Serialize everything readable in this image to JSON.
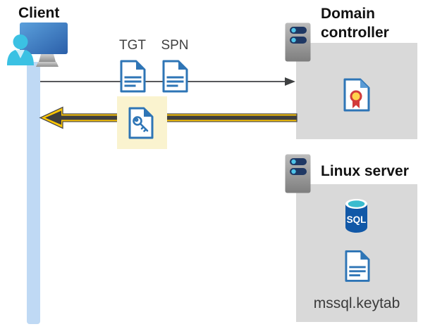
{
  "client": {
    "label": "Client"
  },
  "flow": {
    "tgt_label": "TGT",
    "spn_label": "SPN"
  },
  "domain_controller": {
    "label": "Domain controller"
  },
  "linux_server": {
    "label": "Linux server",
    "sql_text": "SQL",
    "keytab_label": "mssql.keytab"
  },
  "colors": {
    "icon_blue": "#2E75B6",
    "box_gray": "#D9D9D9",
    "bar_blue": "#BFD9F4",
    "highlight_bg": "#FAF3CF",
    "highlight_yellow": "#FFC603",
    "arrow_core_gray": "#3E3E3E",
    "request_gray": "#58595B",
    "server_navy": "#1F3864",
    "server_cyan": "#4FC3E8",
    "sql_blue": "#1158A7",
    "sql_teal": "#3ABCCE",
    "cert_gold": "#FFD24C",
    "cert_red": "#D23B3B",
    "person_cyan": "#3BC1E3",
    "label_gray": "#404040",
    "heading_black": "#111111"
  }
}
